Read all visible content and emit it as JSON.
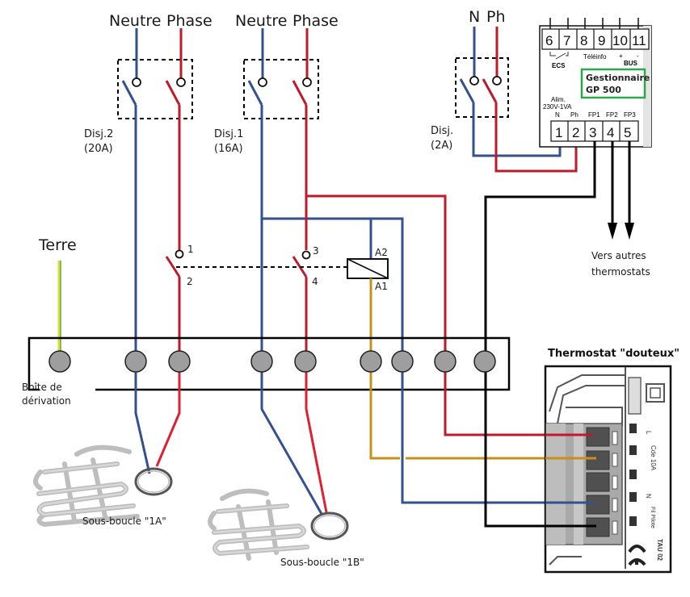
{
  "supply_labels": {
    "disj2_neutral": "Neutre",
    "disj2_phase": "Phase",
    "disj1_neutral": "Neutre",
    "disj1_phase": "Phase",
    "disj3_neutral": "N",
    "disj3_phase": "Ph"
  },
  "breakers": [
    {
      "name": "Disj.2",
      "rating": "(20A)"
    },
    {
      "name": "Disj.1",
      "rating": "(16A)"
    },
    {
      "name": "Disj.",
      "rating": "(2A)"
    }
  ],
  "earth_label": "Terre",
  "contactor": {
    "contact_labels": [
      "1",
      "2",
      "3",
      "4"
    ],
    "coil_labels": [
      "A2",
      "A1"
    ]
  },
  "junction_box": {
    "label_line1": "Boîte de",
    "label_line2": "dérivation"
  },
  "gestionnaire": {
    "title_line1": "Gestionnaire",
    "title_line2": "GP 500",
    "top_terminals": [
      "6",
      "7",
      "8",
      "9",
      "10",
      "11"
    ],
    "top_labels": {
      "ecs": "ECS",
      "teleinfo": "Téléinfo",
      "plus": "+",
      "minus": "-",
      "bus": "BUS"
    },
    "alim_line1": "Alim.",
    "alim_line2": "230V-1VA",
    "bottom_terminals": [
      "1",
      "2",
      "3",
      "4",
      "5"
    ],
    "bottom_labels": [
      "N",
      "Ph",
      "FP1",
      "FP2",
      "FP3"
    ],
    "accent_color": "#2aa84a"
  },
  "arrows_label_line1": "Vers autres",
  "arrows_label_line2": "thermostats",
  "thermostat": {
    "title": "Thermostat \"douteux\"",
    "side_labels": [
      "L",
      "Cde 10A",
      "N",
      "Fil Pilote",
      "TAU 02",
      "CE"
    ]
  },
  "loops": [
    {
      "label": "Sous-boucle \"1A\""
    },
    {
      "label": "Sous-boucle \"1B\""
    }
  ],
  "wire_colors": {
    "neutral": "#34508f",
    "phase": "#c0192a",
    "control": "#c8901a",
    "pilot": "#000000",
    "earth": "#c8d62a"
  }
}
